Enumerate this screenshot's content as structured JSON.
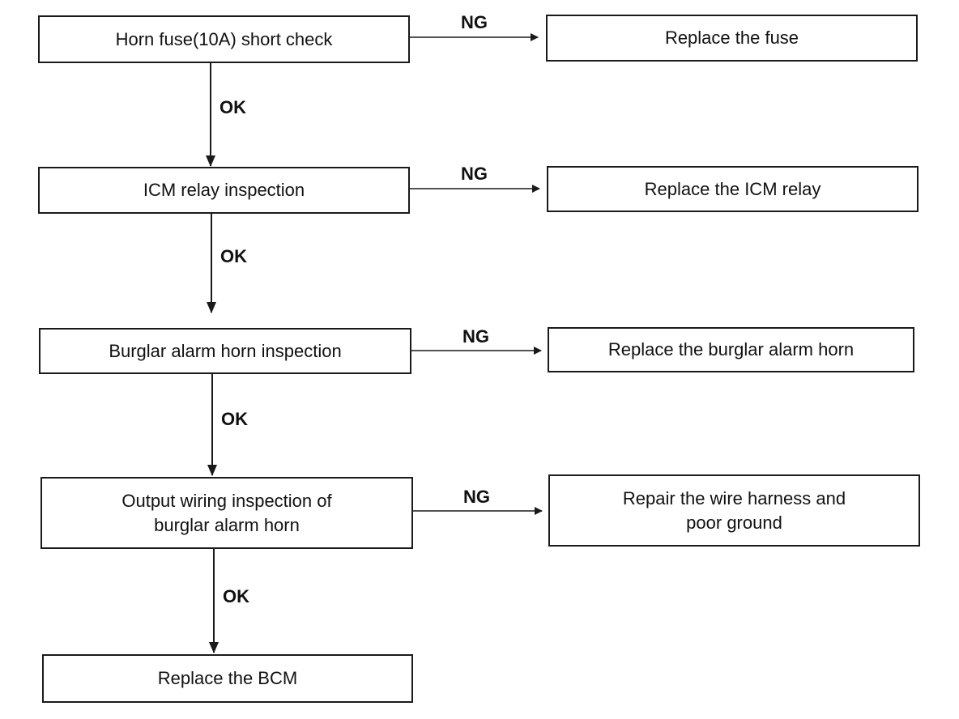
{
  "nodes": {
    "horn_fuse_check": [
      "Horn fuse(10A) short check"
    ],
    "replace_fuse": [
      "Replace the fuse"
    ],
    "icm_relay_inspection": [
      "ICM relay inspection"
    ],
    "replace_icm_relay": [
      "Replace the ICM relay"
    ],
    "burglar_horn_inspection": [
      "Burglar alarm horn inspection"
    ],
    "replace_burglar_horn": [
      "Replace the burglar alarm horn"
    ],
    "output_wiring_inspection": [
      "Output wiring inspection of",
      "burglar alarm horn"
    ],
    "repair_wire_harness": [
      "Repair the wire harness and",
      "poor ground"
    ],
    "replace_bcm": [
      "Replace the BCM"
    ]
  },
  "edges": [
    {
      "from": "horn_fuse_check",
      "to": "replace_fuse",
      "label": "NG"
    },
    {
      "from": "horn_fuse_check",
      "to": "icm_relay_inspection",
      "label": "OK"
    },
    {
      "from": "icm_relay_inspection",
      "to": "replace_icm_relay",
      "label": "NG"
    },
    {
      "from": "icm_relay_inspection",
      "to": "burglar_horn_inspection",
      "label": "OK"
    },
    {
      "from": "burglar_horn_inspection",
      "to": "replace_burglar_horn",
      "label": "NG"
    },
    {
      "from": "burglar_horn_inspection",
      "to": "output_wiring_inspection",
      "label": "OK"
    },
    {
      "from": "output_wiring_inspection",
      "to": "repair_wire_harness",
      "label": "NG"
    },
    {
      "from": "output_wiring_inspection",
      "to": "replace_bcm",
      "label": "OK"
    }
  ],
  "colors": {
    "line": "#1a1a1a",
    "background": "#ffffff"
  }
}
